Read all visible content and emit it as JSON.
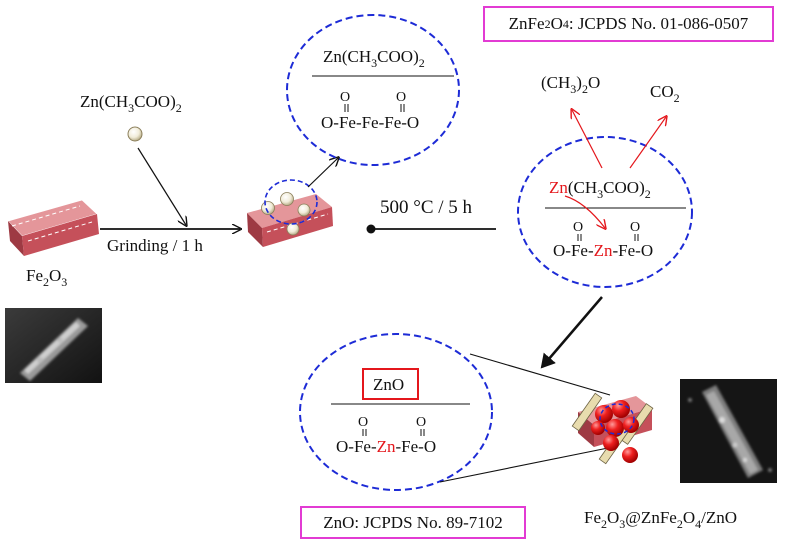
{
  "top_badge": {
    "pre": "ZnFe",
    "s1": "2",
    "mid": "O",
    "s2": "4",
    "post": ": JCPDS No. 01-086-0507"
  },
  "bottom_badge": {
    "text": "ZnO: JCPDS No. 89-7102"
  },
  "precursor": {
    "pre": "Zn(CH",
    "s1": "3",
    "post": "COO)",
    "s2": "2"
  },
  "fe2o3_label": {
    "a": "Fe",
    "s1": "2",
    "b": "O",
    "s2": "3"
  },
  "grinding_label": "Grinding / 1 h",
  "heating_label": "500 °C / 5 h",
  "circle1": {
    "top_pre": "Zn(CH",
    "top_s1": "3",
    "top_post": "COO)",
    "top_s2": "2",
    "o1": "O",
    "o2": "O",
    "chain": "O-Fe-Fe-Fe-O"
  },
  "circle2": {
    "zn": "Zn",
    "top_pre": "(CH",
    "top_s1": "3",
    "top_post": "COO)",
    "top_s2": "2",
    "o1": "O",
    "o2": "O",
    "c1": "O-Fe-",
    "czn": "Zn",
    "c2": "-Fe-O"
  },
  "byproduct1": {
    "pre": "(CH",
    "s1": "3",
    "mid": ")",
    "s2": "2",
    "post": "O"
  },
  "byproduct2": {
    "pre": "CO",
    "s1": "2"
  },
  "circle3": {
    "zno": "ZnO",
    "o1": "O",
    "o2": "O",
    "c1": "O-Fe-",
    "czn": "Zn",
    "c2": "-Fe-O"
  },
  "product_label": {
    "a": "Fe",
    "s1": "2",
    "b": "O",
    "s2": "3",
    "c": "@ZnFe",
    "s3": "2",
    "d": "O",
    "s4": "4",
    "e": "/ZnO"
  },
  "colors": {
    "accent_red": "#e4171c",
    "dashed_blue": "#1d2bd6",
    "badge_border": "#e23bd3",
    "brick": "#c5505a"
  }
}
